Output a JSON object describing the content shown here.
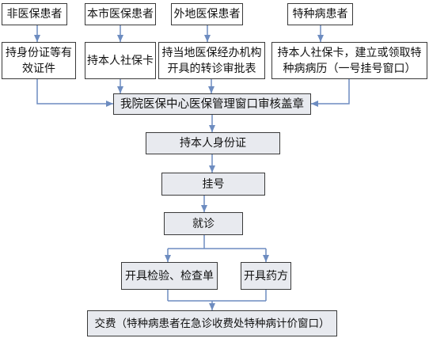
{
  "colors": {
    "connector": "#6d8cc0",
    "box_fill": "#e8eaef",
    "box_border": "#3a3a3a",
    "text": "#111111"
  },
  "patient_types": {
    "non_insured": "非医保患者",
    "city_insured": "本市医保患者",
    "nonlocal_insured": "外地医保患者",
    "special_disease": "特种病患者"
  },
  "documents": {
    "non_insured": [
      "持身份证等有",
      "效证件"
    ],
    "city_insured": [
      "持本人社保卡"
    ],
    "nonlocal_insured": [
      "持当地医保经办机构",
      "开具的转诊审批表"
    ],
    "special_disease": [
      "持本人社保卡，建立或领取特",
      "种病病历（一号挂号窗口）"
    ]
  },
  "steps": {
    "approval": "我院医保中心医保管理窗口审核盖章",
    "id_card": "持本人身份证",
    "registration": "挂号",
    "consultation": "就诊",
    "tests": "开具检验、检查单",
    "prescription": "开具药方",
    "payment": "交费（特种病患者在急诊收费处特种病计价窗口）"
  }
}
